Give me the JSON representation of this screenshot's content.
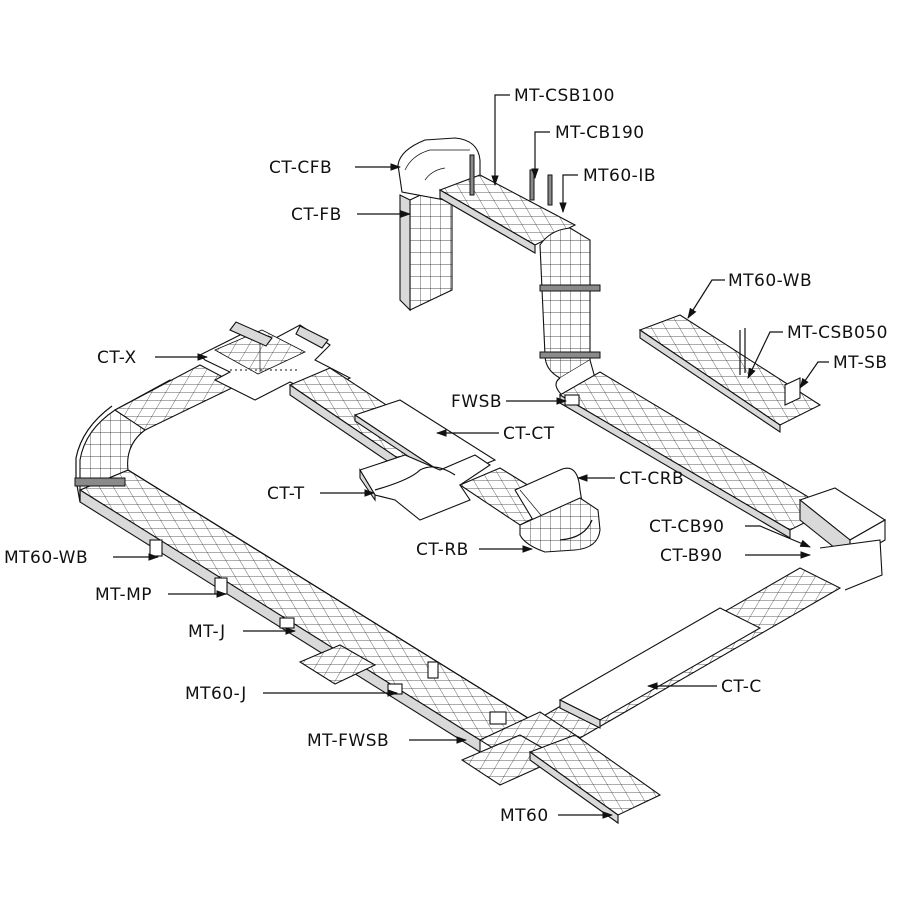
{
  "labels": {
    "mt_csb100": "MT-CSB100",
    "mt_cb190": "MT-CB190",
    "ct_cfb": "CT-CFB",
    "mt60_ib": "MT60-IB",
    "ct_fb": "CT-FB",
    "mt60_wb_top": "MT60-WB",
    "mt_csb050": "MT-CSB050",
    "mt_sb": "MT-SB",
    "ct_x": "CT-X",
    "fwsb": "FWSB",
    "ct_ct": "CT-CT",
    "ct_crb": "CT-CRB",
    "ct_t": "CT-T",
    "ct_cb90": "CT-CB90",
    "ct_rb": "CT-RB",
    "ct_b90": "CT-B90",
    "mt60_wb_left": "MT60-WB",
    "mt_mp": "MT-MP",
    "mt_j": "MT-J",
    "ct_c": "CT-C",
    "mt60_j": "MT60-J",
    "mt_fwsb": "MT-FWSB",
    "mt60": "MT60"
  }
}
